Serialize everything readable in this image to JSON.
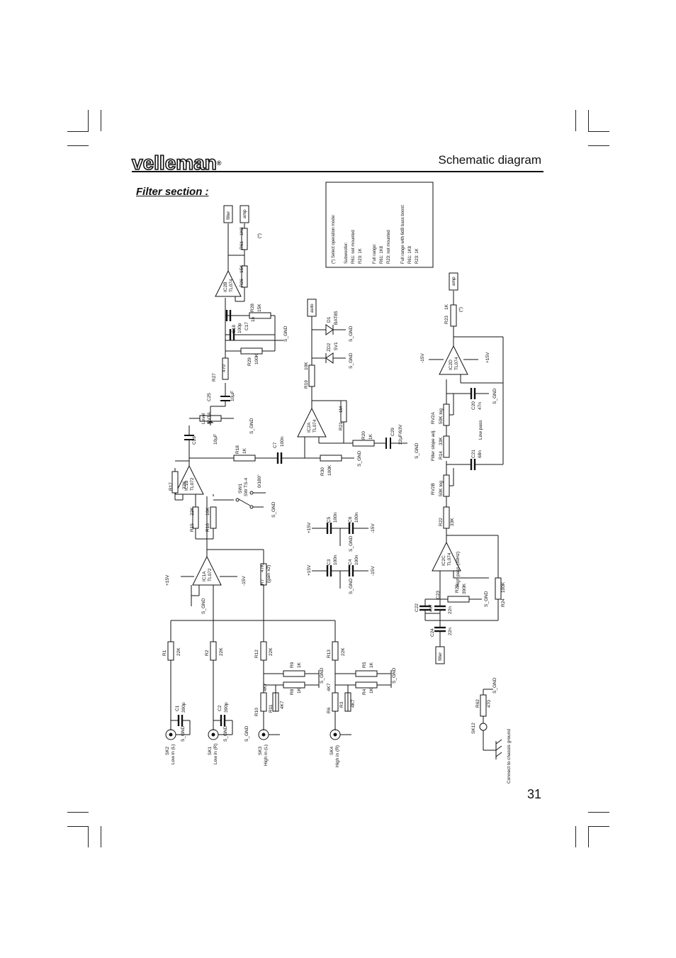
{
  "header": {
    "brand": "velleman",
    "registered_mark": "®",
    "title": "Schematic diagram"
  },
  "section_title": "Filter section :",
  "page_number": "31",
  "note_box": {
    "lines": [
      "(*) Select operation mode:",
      "Subwoofer:",
      "R61: not mounted",
      "R23: 1K",
      "Full range:",
      "R61: 1K8",
      "R23: not mounted",
      "Full range with 6dB bass boost:",
      "R61: 1K8",
      "R23: 1K"
    ]
  },
  "connectors": [
    {
      "ref": "SK2",
      "desc": "Low in (L)"
    },
    {
      "ref": "SK1",
      "desc": "Low in (R)"
    },
    {
      "ref": "SK3",
      "desc": "High in (L)"
    },
    {
      "ref": "SK4",
      "desc": "High in (R)"
    },
    {
      "ref": "SK12",
      "desc": "Connect to chassis ground"
    }
  ],
  "flags": {
    "filter": "filter",
    "amp": "amp",
    "auto": "auto"
  },
  "opamps": [
    {
      "ref": "IC1A",
      "part": "TL072"
    },
    {
      "ref": "IC1B",
      "part": "TL072"
    },
    {
      "ref": "IC2A",
      "part": "TL074"
    },
    {
      "ref": "IC2B",
      "part": "TL074"
    },
    {
      "ref": "IC2C",
      "part": "TL074"
    },
    {
      "ref": "IC2D",
      "part": "TL074"
    }
  ],
  "resistors": [
    {
      "ref": "R1",
      "value": "22K"
    },
    {
      "ref": "R2",
      "value": "22K"
    },
    {
      "ref": "R12",
      "value": "22K"
    },
    {
      "ref": "R13",
      "value": "22K"
    },
    {
      "ref": "R9",
      "value": "1K"
    },
    {
      "ref": "R8",
      "value": "1K"
    },
    {
      "ref": "R5",
      "value": "1K"
    },
    {
      "ref": "R4",
      "value": "1K"
    },
    {
      "ref": "R10",
      "value": "4K7"
    },
    {
      "ref": "R11",
      "value": "4K7"
    },
    {
      "ref": "R6",
      "value": "4K7"
    },
    {
      "ref": "R3",
      "value": "4K7"
    },
    {
      "ref": "R7",
      "value": "47K",
      "note": "(gain x2)"
    },
    {
      "ref": "R15",
      "value": "22K"
    },
    {
      "ref": "R16",
      "value": "10K"
    },
    {
      "ref": "R17",
      "value": "22K"
    },
    {
      "ref": "R18",
      "value": "1K"
    },
    {
      "ref": "R30",
      "value": "100K"
    },
    {
      "ref": "R20",
      "value": "1K"
    },
    {
      "ref": "R21",
      "value": "1M"
    },
    {
      "ref": "R19",
      "value": "10K"
    },
    {
      "ref": "R27",
      "value": "470"
    },
    {
      "ref": "R29",
      "value": "100K"
    },
    {
      "ref": "R28",
      "value": "15K"
    },
    {
      "ref": "R26",
      "value": "15K"
    },
    {
      "ref": "R61",
      "value": "1K8"
    },
    {
      "ref": "R23",
      "value": "1K"
    },
    {
      "ref": "R14",
      "value": "33K"
    },
    {
      "ref": "R22",
      "value": "33K"
    },
    {
      "ref": "R25",
      "value": "390K"
    },
    {
      "ref": "R24",
      "value": "100K"
    },
    {
      "ref": "R62",
      "value": "470"
    }
  ],
  "capacitors": [
    {
      "ref": "C1",
      "value": "390p"
    },
    {
      "ref": "C2",
      "value": "390p"
    },
    {
      "ref": "C3",
      "value": "100n"
    },
    {
      "ref": "C4",
      "value": "100n"
    },
    {
      "ref": "C5",
      "value": "100n"
    },
    {
      "ref": "C6",
      "value": "100n"
    },
    {
      "ref": "C7",
      "value": "100n"
    },
    {
      "ref": "C26",
      "value": "10µF"
    },
    {
      "ref": "C25",
      "value": "10µF"
    },
    {
      "ref": "C29",
      "value": "22µF/63V"
    },
    {
      "ref": "C18",
      "value": "100p"
    },
    {
      "ref": "C17",
      "value": "1n"
    },
    {
      "ref": "C20",
      "value": "47n"
    },
    {
      "ref": "C21",
      "value": "68n"
    },
    {
      "ref": "C22",
      "value": "4n7"
    },
    {
      "ref": "C23",
      "value": "22n"
    },
    {
      "ref": "C24",
      "value": "22n"
    }
  ],
  "diodes": [
    {
      "ref": "D1",
      "value": "BAT85"
    },
    {
      "ref": "ZD2",
      "value": "5V1"
    }
  ],
  "pots": [
    {
      "ref": "RV1A",
      "value": "Level"
    },
    {
      "ref": "RV2A",
      "value": "50K log"
    },
    {
      "ref": "RV2B",
      "value": "50K log"
    }
  ],
  "switch": {
    "ref": "SW1",
    "part": "SW TS-4",
    "label": "0/180°"
  },
  "annotations": {
    "filter_slope": "Filter slope adj.",
    "low_pass": "Low pass",
    "high_pass": "High pass (30Hz)",
    "chassis": "Connect to chassis ground"
  },
  "nets": {
    "gnd": "S_GND",
    "vpos": "+15V",
    "vneg": "-15V",
    "optional": "(*)"
  }
}
